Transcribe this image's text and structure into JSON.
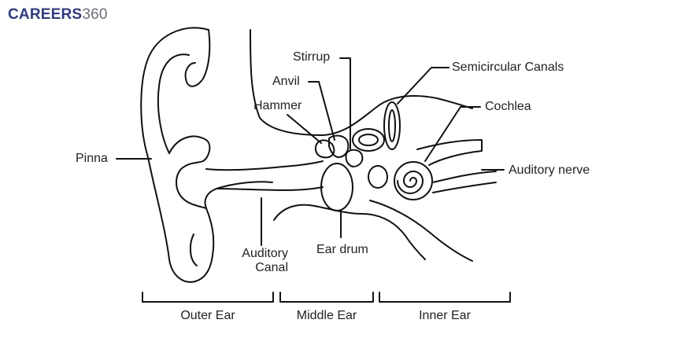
{
  "brand": {
    "name_main": "CAREERS",
    "name_num": "360",
    "accent": "#2e3a8c",
    "accent2": "#6b6f7b"
  },
  "labels": {
    "stirrup": "Stirrup",
    "anvil": "Anvil",
    "hammer": "Hammer",
    "semicircular_canals": "Semicircular Canals",
    "cochlea": "Cochlea",
    "auditory_nerve": "Auditory nerve",
    "pinna": "Pinna",
    "auditory_canal_line1": "Auditory",
    "auditory_canal_line2": "Canal",
    "ear_drum": "Ear drum"
  },
  "sections": {
    "outer": "Outer Ear",
    "middle": "Middle Ear",
    "inner": "Inner Ear"
  }
}
